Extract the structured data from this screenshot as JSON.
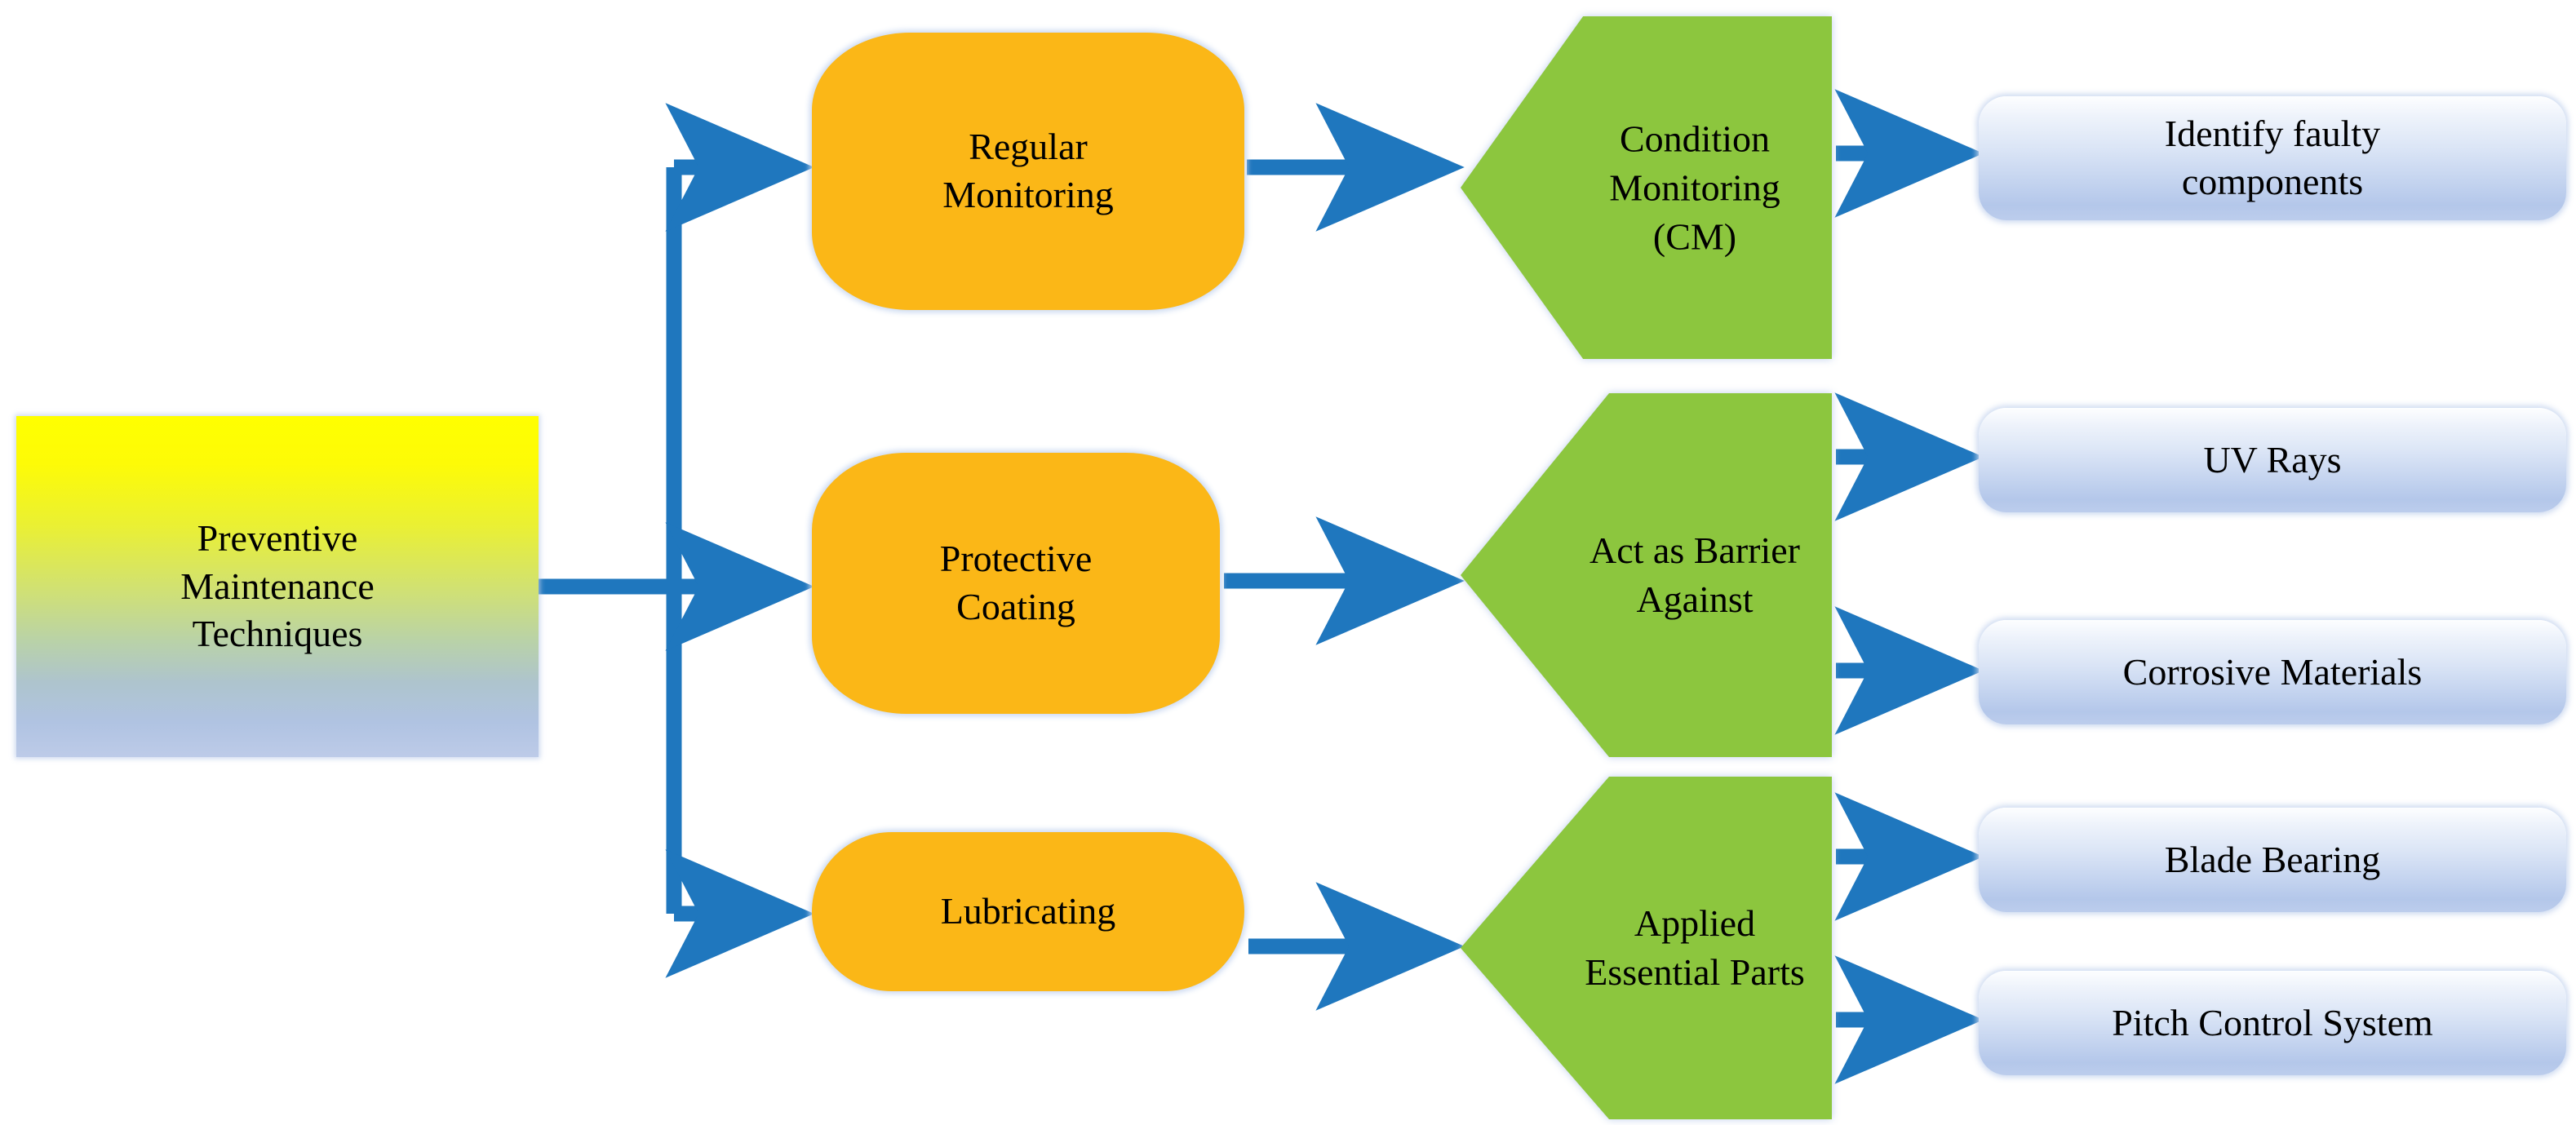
{
  "diagram": {
    "title": "Preventive Maintenance Techniques",
    "colors": {
      "root_gradient_top": "#FFFF00",
      "root_gradient_bottom": "#B4C7E7",
      "stage1_fill": "#FBB717",
      "stage2_fill": "#8CC63E",
      "stage3_gradient_top": "#FFFFFF",
      "stage3_gradient_bottom": "#B4C7EA",
      "connector": "#1F77BE",
      "background": "#FFFFFF",
      "text": "#000000"
    },
    "root": {
      "label": "Preventive Maintenance Techniques",
      "line1": "Preventive",
      "line2": "Maintenance",
      "line3": "Techniques"
    },
    "branches": [
      {
        "technique": {
          "label": "Regular Monitoring",
          "line1": "Regular",
          "line2": "Monitoring"
        },
        "outcome": {
          "label": "Condition Monitoring (CM)",
          "line1": "Condition",
          "line2": "Monitoring",
          "line3": "(CM)"
        },
        "details": [
          {
            "label": "Identify faulty components",
            "line1": "Identify  faulty",
            "line2": "components"
          }
        ]
      },
      {
        "technique": {
          "label": "Protective Coating",
          "line1": "Protective",
          "line2": "Coating"
        },
        "outcome": {
          "label": "Act as Barrier Against",
          "line1": "Act as",
          "line2": "Barrier",
          "line3": "Against"
        },
        "details": [
          {
            "label": "UV Rays",
            "line1": "UV Rays",
            "line2": ""
          },
          {
            "label": "Corrosive Materials",
            "line1": "Corrosive Materials",
            "line2": ""
          }
        ]
      },
      {
        "technique": {
          "label": "Lubricating",
          "line1": "Lubricating",
          "line2": ""
        },
        "outcome": {
          "label": "Applied Essential Parts",
          "line1": "Applied",
          "line2": "Essential",
          "line3": "Parts"
        },
        "details": [
          {
            "label": "Blade Bearing",
            "line1": "Blade Bearing",
            "line2": ""
          },
          {
            "label": "Pitch Control System",
            "line1": "Pitch Control  System",
            "line2": ""
          }
        ]
      }
    ]
  }
}
